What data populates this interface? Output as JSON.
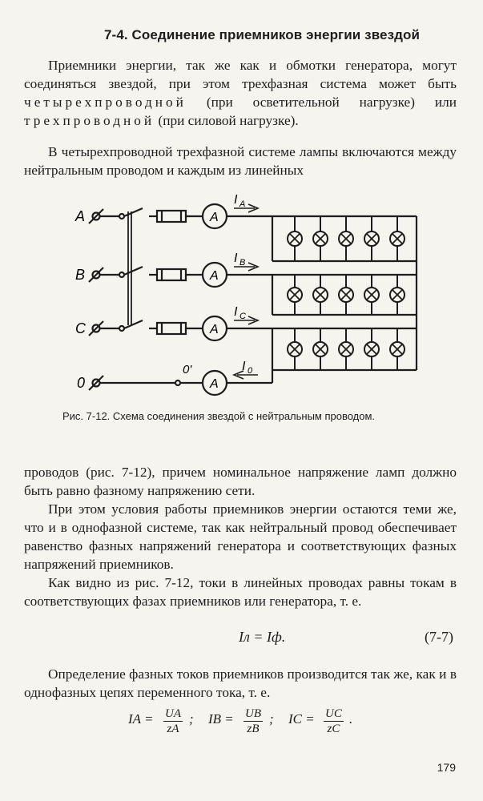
{
  "heading": "7-4. Соединение приемников энергии звездой",
  "para1_a": "Приемники энергии, так же как и обмотки генератора, могут соединяться звездой, при этом трехфазная система может быть",
  "para1_b": "четырехпроводной",
  "para1_c": "(при осветительной нагрузке) или",
  "para1_d": "трехпроводной",
  "para1_e": "(при силовой нагрузке).",
  "para2": "В четырехпроводной трехфазной системе лампы включаются между нейтральным проводом и каждым из линейных",
  "diagram": {
    "terminals": [
      "A",
      "B",
      "C",
      "0"
    ],
    "neutral_point": "0'",
    "meter_symbol": "A",
    "currents": [
      {
        "main": "I",
        "sub": "A"
      },
      {
        "main": "I",
        "sub": "B"
      },
      {
        "main": "I",
        "sub": "C"
      },
      {
        "main": "I",
        "sub": "0"
      }
    ]
  },
  "caption": "Рис. 7-12. Схема соединения звездой с нейтральным проводом.",
  "para3": "проводов (рис. 7-12), причем номинальное напряжение ламп должно быть равно фазному напряжению сети.",
  "para4": "При этом условия работы приемников энергии остаются теми же, что и в однофазной системе, так как нейтральный провод обеспечивает равенство фазных напряжений генератора и соответствующих фазных напряжений приемников.",
  "para5": "Как видно из рис. 7-12, токи в линейных проводах равны токам в соответствующих фазах приемников или генератора, т. е.",
  "equation": "Iл = Iф.",
  "equation_number": "(7-7)",
  "para6": "Определение фазных токов приемников производится так же, как и в однофазных цепях переменного тока, т. е.",
  "formula": {
    "ia": "IA =",
    "ua": "UA",
    "za": "zA",
    "sep1": ";",
    "ib": "IB =",
    "ub": "UB",
    "zb": "zB",
    "sep2": ";",
    "ic": "IC =",
    "uc": "UC",
    "zc": "zC",
    "end": "."
  },
  "page_number": "179"
}
